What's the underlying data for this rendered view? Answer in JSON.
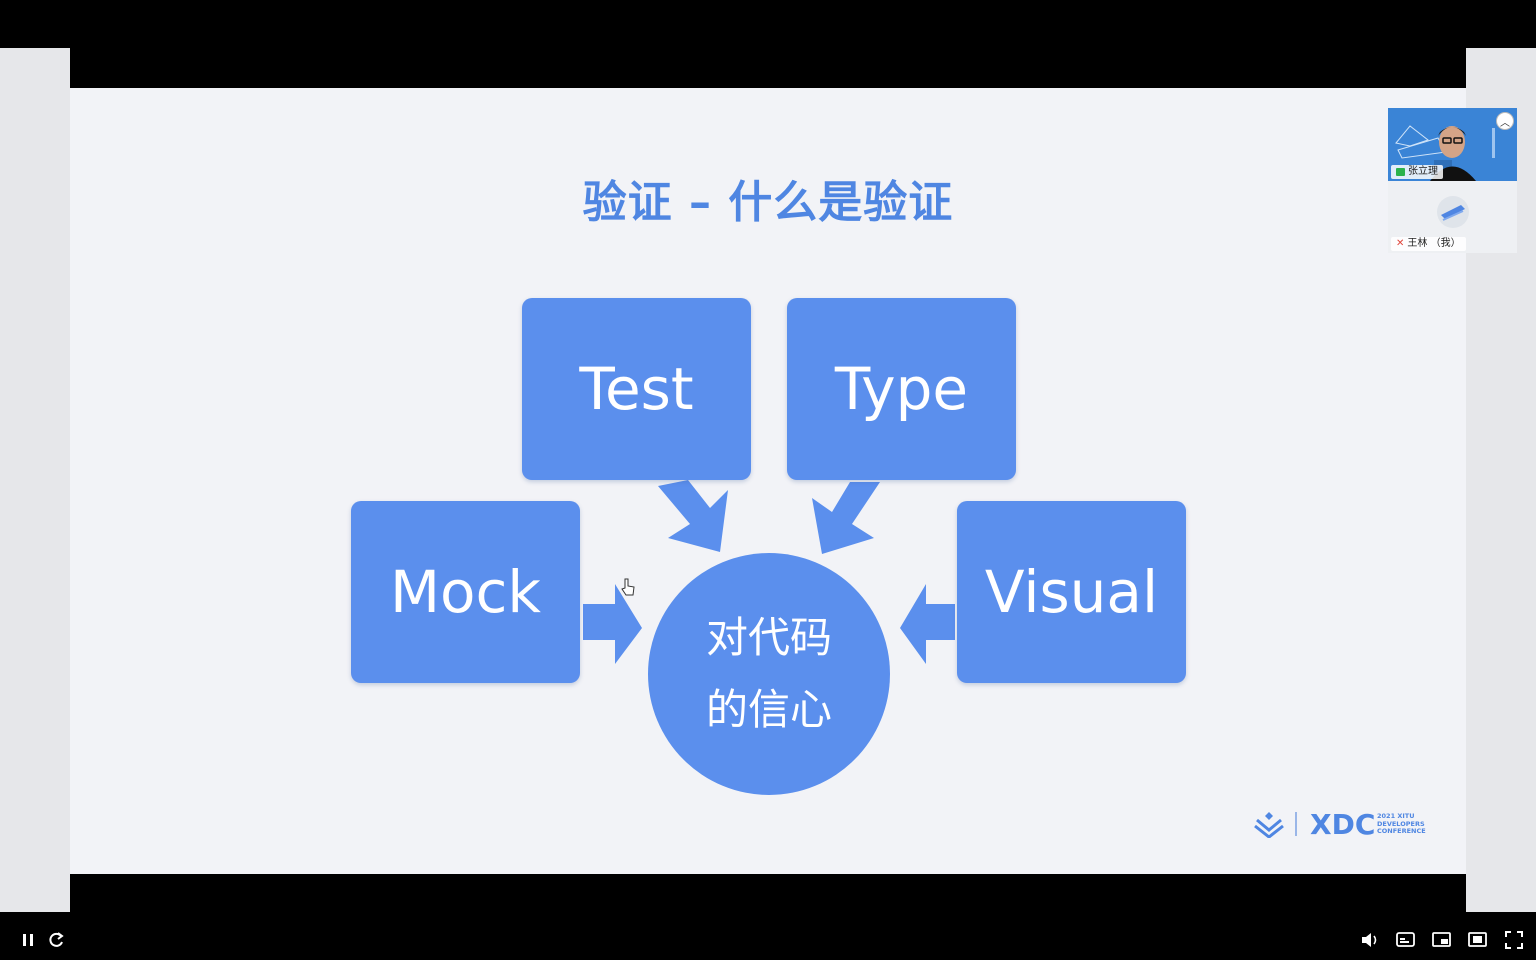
{
  "slide": {
    "title": "验证 – 什么是验证",
    "boxes": {
      "test": "Test",
      "type": "Type",
      "mock": "Mock",
      "visual": "Visual"
    },
    "center_line1": "对代码",
    "center_line2": "的信心",
    "brand": {
      "name": "XDC",
      "sub_line1": "2021 XITU",
      "sub_line2": "DEVELOPERS",
      "sub_line3": "CONFERENCE"
    },
    "accent_color": "#5b8fed",
    "title_color": "#4f86e2"
  },
  "participants": [
    {
      "name": "张立理",
      "status_icon": "screen-share-icon"
    },
    {
      "name": "王林 （我）",
      "status_icon": "mic-muted-icon"
    }
  ],
  "player_controls": {
    "left": [
      "pause-icon",
      "refresh-icon"
    ],
    "right": [
      "volume-icon",
      "subtitles-icon",
      "picture-in-picture-icon",
      "theater-mode-icon",
      "fullscreen-icon"
    ]
  }
}
